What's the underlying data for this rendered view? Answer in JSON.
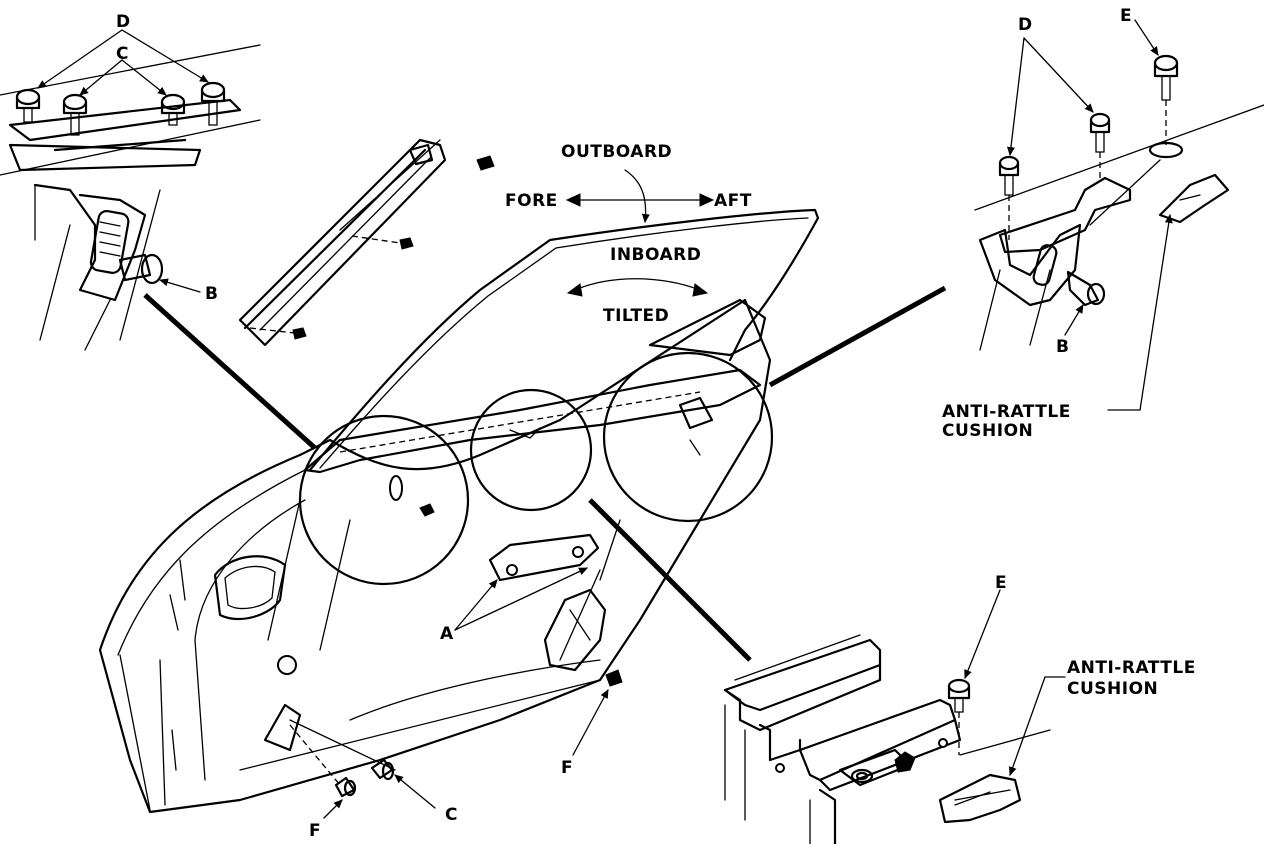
{
  "labels": {
    "outboard": "OUTBOARD",
    "fore": "FORE",
    "aft": "AFT",
    "inboard": "INBOARD",
    "tilted": "TILTED",
    "a": "A",
    "b": "B",
    "c": "C",
    "d": "D",
    "e": "E",
    "f": "F",
    "anti_rattle_cushion_line1": "ANTI-RATTLE",
    "anti_rattle_cushion_line2": "CUSHION"
  }
}
